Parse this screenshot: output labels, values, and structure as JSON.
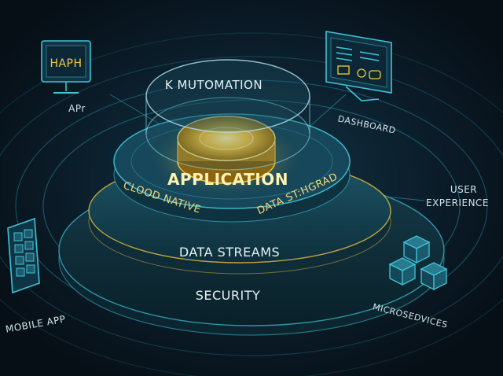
{
  "layers": {
    "core": "APPLICATION",
    "top_ring": "K MUTOMATION",
    "left_ring": "CLOOD NATIVE",
    "right_ring": "DATA ST:HGRAD",
    "middle_ring": "DATA STREAMS",
    "outer_ring": "SECURITY"
  },
  "peripherals": {
    "api_screen_text": "HAPH",
    "api_label": "APr",
    "dashboard_label": "DASHBOARD",
    "ux_label_line1": "USER",
    "ux_label_line2": "EXPERIENCE",
    "mobile_label": "MOBILE APP",
    "micro_label": "MICROSEDVICES"
  },
  "colors": {
    "background": "#0a1520",
    "cyan": "#3fc4d8",
    "gold": "#f5c842",
    "label": "#cfe4ea"
  }
}
